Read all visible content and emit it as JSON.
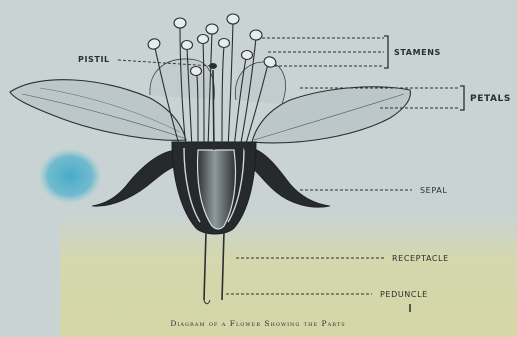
{
  "diagram": {
    "labels": {
      "pistil": "PISTIL",
      "stamens": "STAMENS",
      "petals": "PETALS",
      "sepal": "SEPAL",
      "receptacle": "RECEPTACLE",
      "peduncle": "PEDUNCLE"
    },
    "caption": "Diagram of a Flower Showing the Parts"
  },
  "colors": {
    "paper": "#c9d3d4",
    "ink": "#2a2e30",
    "petal_fill": "#bcc7ca",
    "dark_fill": "#262a2c",
    "blue_stain": "#3fa9c9",
    "yellow_stain": "#d8d9a0"
  }
}
